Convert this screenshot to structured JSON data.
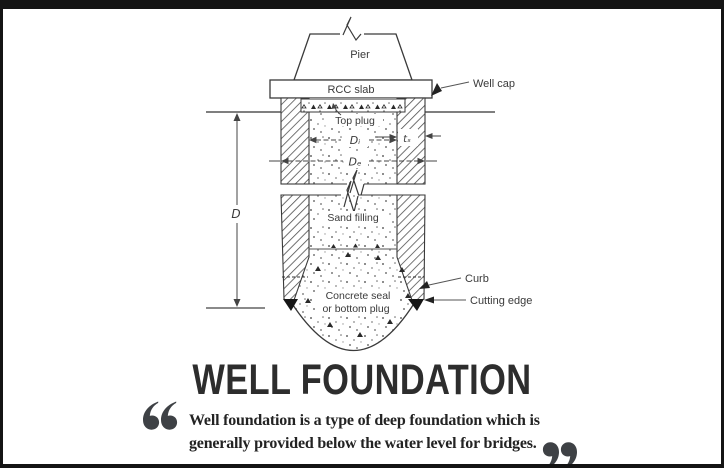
{
  "colors": {
    "ink": "#3a3a3a",
    "frame": "#141414",
    "title": "#2d2d2d",
    "quote_mark": "#3e4145",
    "quote_text": "#232323"
  },
  "diagram": {
    "pier_label": "Pier",
    "rcc_slab_label": "RCC slab",
    "well_cap_label": "Well cap",
    "top_plug_label": "Top plug",
    "inner_dia_label": "Dᵢ",
    "outer_dia_label": "Dₑ",
    "steining_thickness_label": "tₛ",
    "depth_label": "D",
    "sand_filling_label": "Sand filling",
    "concrete_seal_line1": "Concrete seal",
    "concrete_seal_line2": "or bottom plug",
    "curb_label": "Curb",
    "cutting_edge_label": "Cutting edge"
  },
  "caption": {
    "title": "WELL FOUNDATION",
    "quote_line1": "Well foundation is a type of deep foundation which is",
    "quote_line2": "generally provided below the water level for bridges."
  }
}
